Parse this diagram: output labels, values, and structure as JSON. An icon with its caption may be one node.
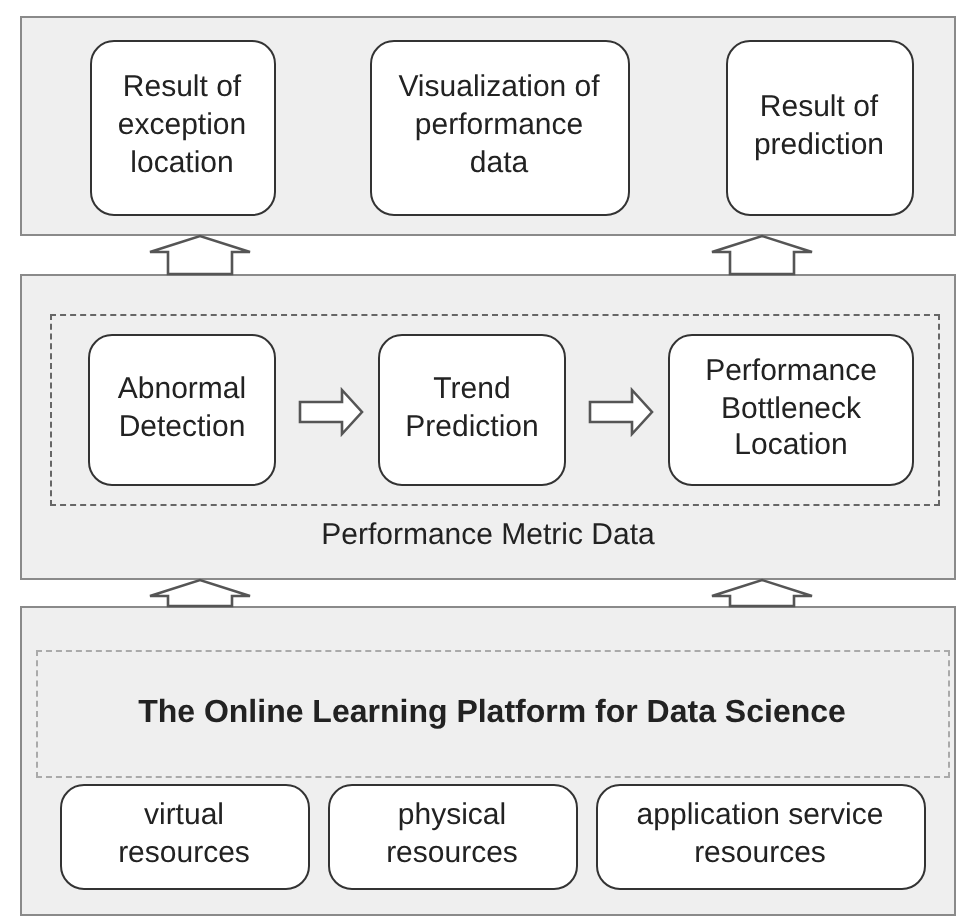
{
  "diagram": {
    "nodes": [
      {
        "text": [],
        "shape": "box"
      },
      {
        "text": [
          "Result of exception location"
        ],
        "in": 0
      },
      {
        "text": [
          "Visualization of performance data"
        ],
        "in": 0
      },
      {
        "text": [
          "Result of prediction"
        ],
        "in": 0
      },
      {
        "text": [
          "Performance Metric Data"
        ]
      },
      {
        "text": [],
        "shape": "box",
        "in": 4
      },
      {
        "text": [
          "Abnormal Detection"
        ],
        "in": 5
      },
      {
        "text": [
          "Trend Prediction"
        ],
        "in": 5
      },
      {
        "text": [
          "Performance Bottleneck Location"
        ],
        "in": 5
      },
      {
        "text": [],
        "shape": "box"
      },
      {
        "text": [
          "The Online Learning Platform for Data Science"
        ],
        "in": 9
      },
      {
        "text": [
          "virtual resources"
        ],
        "in": 9
      },
      {
        "text": [
          "physical resources"
        ],
        "in": 9
      },
      {
        "text": [
          "application service resources"
        ],
        "in": 9
      }
    ],
    "edges": [
      {
        "from": 6,
        "to": 7,
        "arrow": "to"
      },
      {
        "from": 7,
        "to": 8,
        "arrow": "to"
      },
      {
        "from": 4,
        "to": 0,
        "arrow": "to"
      },
      {
        "from": 4,
        "to": 0,
        "arrow": "to"
      },
      {
        "from": 9,
        "to": 4,
        "arrow": "to"
      },
      {
        "from": 9,
        "to": 4,
        "arrow": "to"
      }
    ]
  }
}
